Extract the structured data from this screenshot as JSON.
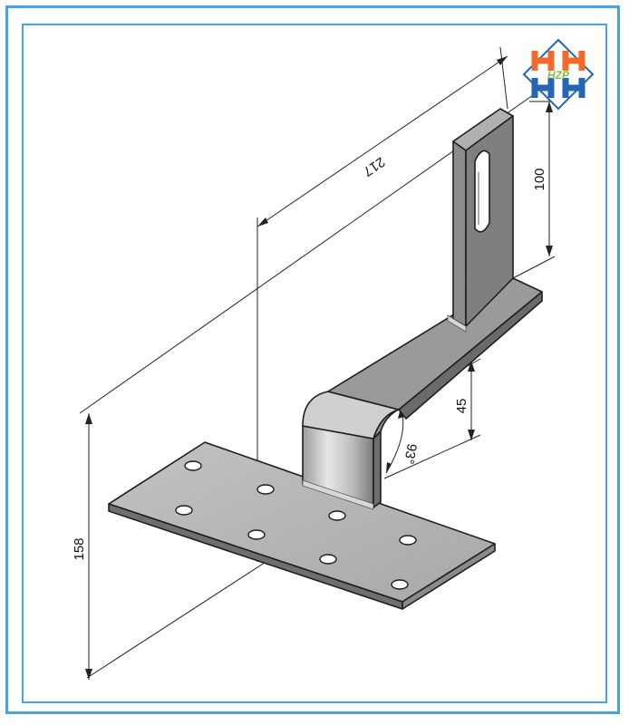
{
  "dimensions": {
    "length": "217",
    "upright_height": "100",
    "offset_height": "45",
    "bend_angle": "93°",
    "total_height": "158"
  },
  "logo": {
    "text": "HZP",
    "colors": [
      "#f26b2a",
      "#2366b4",
      "#7dc242"
    ]
  },
  "frame_color": "#4aa3df"
}
